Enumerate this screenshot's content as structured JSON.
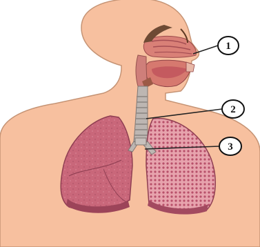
{
  "diagram": {
    "colors": {
      "skin": "#f7c09f",
      "skin_outline": "#b98a6c",
      "lung": "#c9677a",
      "lung_dark": "#9d3f55",
      "airway": "#b9b3b0",
      "callout_line": "#222222"
    },
    "callouts": [
      {
        "label": "1"
      },
      {
        "label": "2"
      },
      {
        "label": "3"
      }
    ]
  }
}
